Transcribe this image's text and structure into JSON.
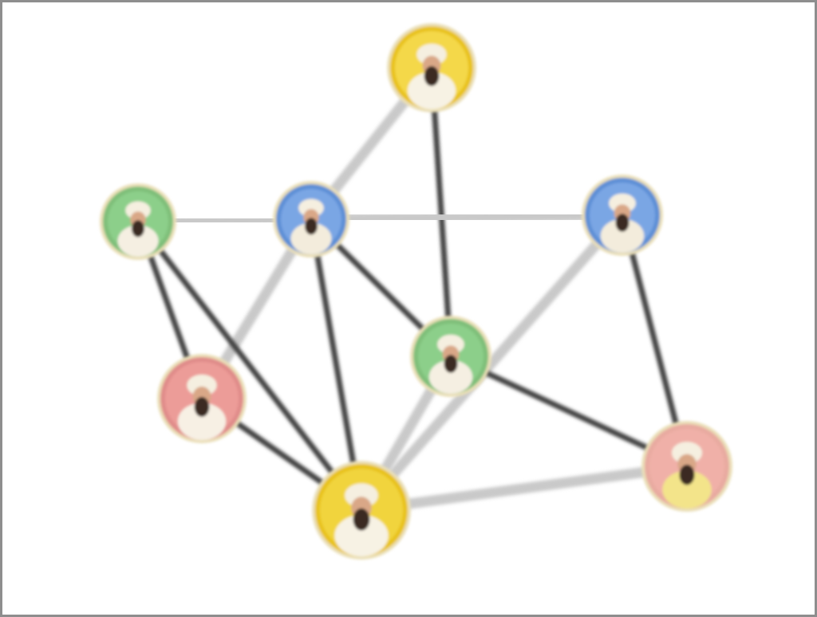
{
  "diagram": {
    "nodes": [
      {
        "id": "n1",
        "ring": "#e8c21a",
        "fill": "#f4d84a",
        "robe": "#f7f2e4"
      },
      {
        "id": "n2",
        "ring": "#7fbf79",
        "fill": "#8ccf8a",
        "robe": "#f5efe2"
      },
      {
        "id": "n3",
        "ring": "#5d8fd6",
        "fill": "#7aa6e4",
        "robe": "#f3ecdc"
      },
      {
        "id": "n4",
        "ring": "#5d8fd6",
        "fill": "#7aa6e4",
        "robe": "#f3ecdc"
      },
      {
        "id": "n5",
        "ring": "#7fbf79",
        "fill": "#8ccf8a",
        "robe": "#f5efe2"
      },
      {
        "id": "n6",
        "ring": "#e08c8a",
        "fill": "#ec9c98",
        "robe": "#f7f0e4"
      },
      {
        "id": "n7",
        "ring": "#e8c21a",
        "fill": "#f1d43c",
        "robe": "#f7f2e4"
      },
      {
        "id": "n8",
        "ring": "#e8aaa0",
        "fill": "#f0b0a8",
        "robe": "#f3e48a"
      }
    ],
    "edges": [
      {
        "from": "n1",
        "to": "n3",
        "style": "light"
      },
      {
        "from": "n1",
        "to": "n5",
        "style": "dark"
      },
      {
        "from": "n2",
        "to": "n3",
        "style": "light"
      },
      {
        "from": "n3",
        "to": "n4",
        "style": "light"
      },
      {
        "from": "n3",
        "to": "n6",
        "style": "light"
      },
      {
        "from": "n3",
        "to": "n5",
        "style": "dark"
      },
      {
        "from": "n3",
        "to": "n7",
        "style": "dark"
      },
      {
        "from": "n2",
        "to": "n6",
        "style": "dark"
      },
      {
        "from": "n2",
        "to": "n7",
        "style": "dark"
      },
      {
        "from": "n6",
        "to": "n7",
        "style": "dark"
      },
      {
        "from": "n5",
        "to": "n7",
        "style": "light"
      },
      {
        "from": "n4",
        "to": "n7",
        "style": "light"
      },
      {
        "from": "n4",
        "to": "n8",
        "style": "dark"
      },
      {
        "from": "n5",
        "to": "n8",
        "style": "dark"
      },
      {
        "from": "n7",
        "to": "n8",
        "style": "light"
      }
    ]
  }
}
